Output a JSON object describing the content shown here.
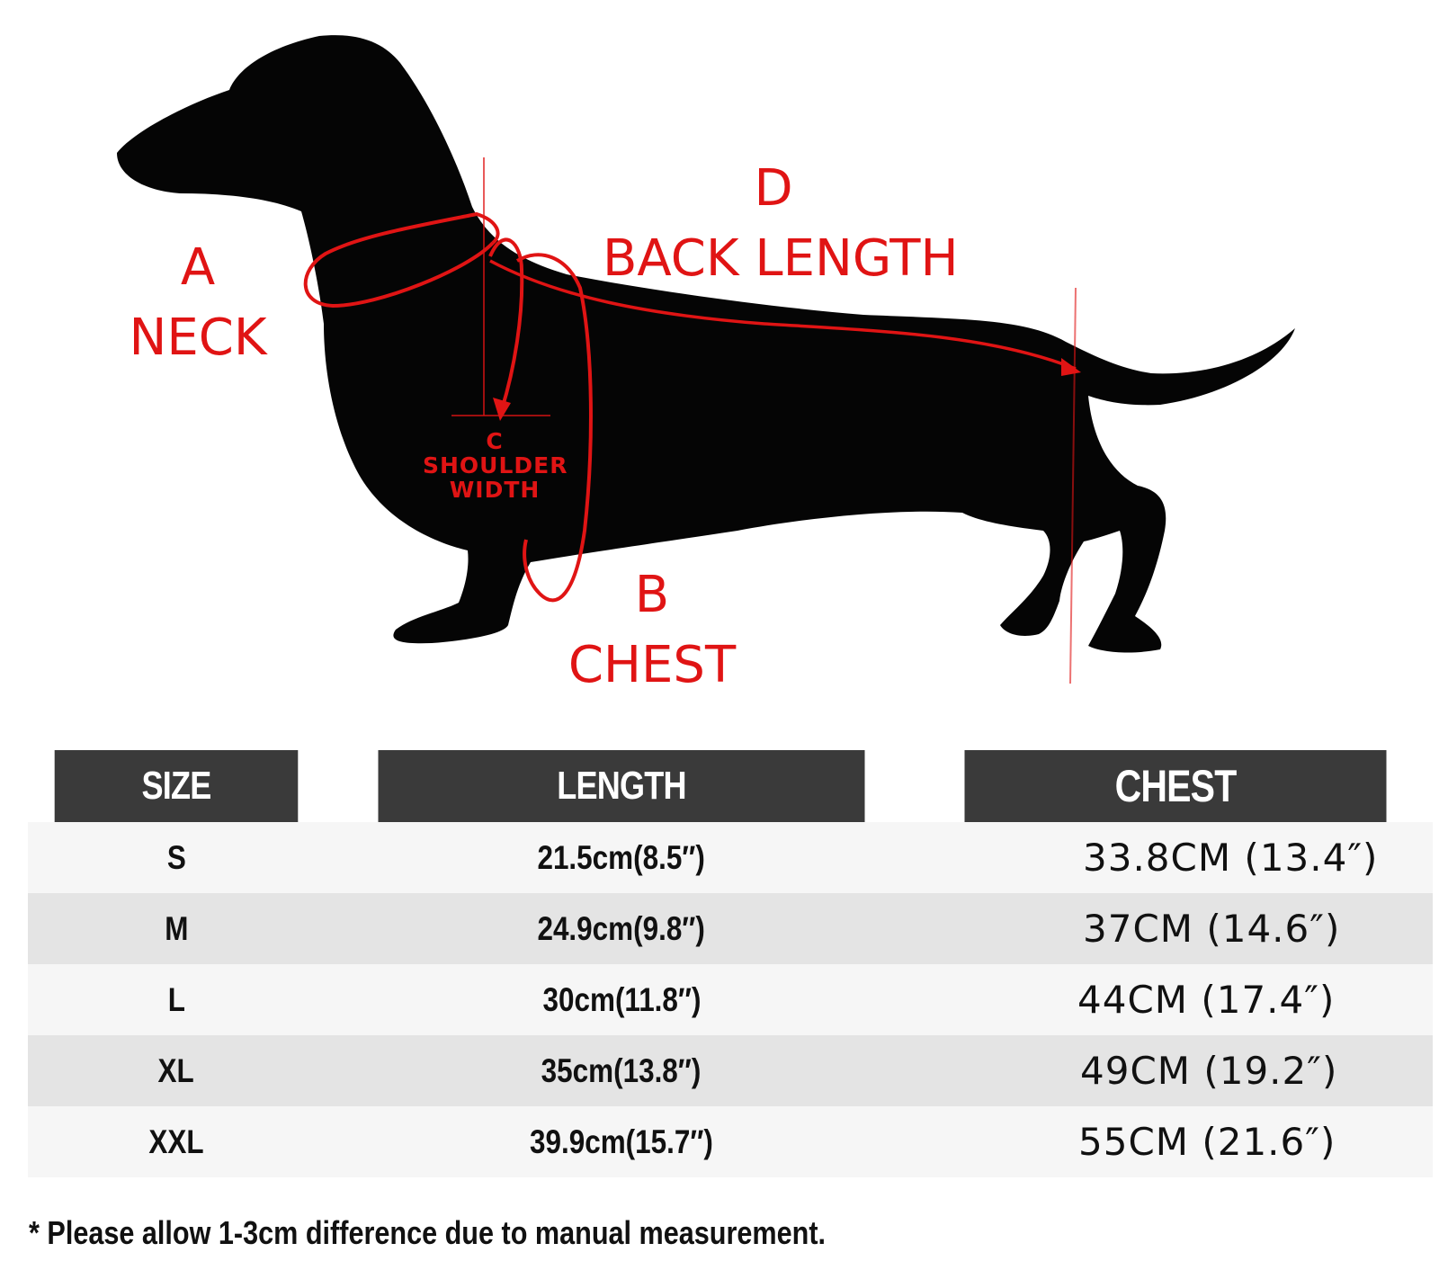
{
  "labels": {
    "neck": {
      "letter": "A",
      "name": "NECK"
    },
    "back_length": {
      "letter": "D",
      "name": "BACK LENGTH"
    },
    "shoulder": {
      "letter": "C",
      "line1": "SHOULDER",
      "line2": "WIDTH"
    },
    "chest": {
      "letter": "B",
      "name": "CHEST"
    }
  },
  "colors": {
    "measure_red": "#e01414",
    "silhouette": "#050505",
    "header_bg": "#3a3a3a"
  },
  "table": {
    "headers": {
      "size": "SIZE",
      "length": "LENGTH",
      "chest": "CHEST"
    },
    "rows": [
      {
        "size": "S",
        "length": "21.5cm(8.5″)",
        "chest": "33.8CM (13.4″)"
      },
      {
        "size": "M",
        "length": "24.9cm(9.8″)",
        "chest": "37CM (14.6″)"
      },
      {
        "size": "L",
        "length": "30cm(11.8″)",
        "chest": "44CM (17.4″)"
      },
      {
        "size": "XL",
        "length": "35cm(13.8″)",
        "chest": "49CM (19.2″)"
      },
      {
        "size": "XXL",
        "length": "39.9cm(15.7″)",
        "chest": "55CM (21.6″)"
      }
    ]
  },
  "footnote": "* Please allow 1-3cm difference due to manual measurement."
}
